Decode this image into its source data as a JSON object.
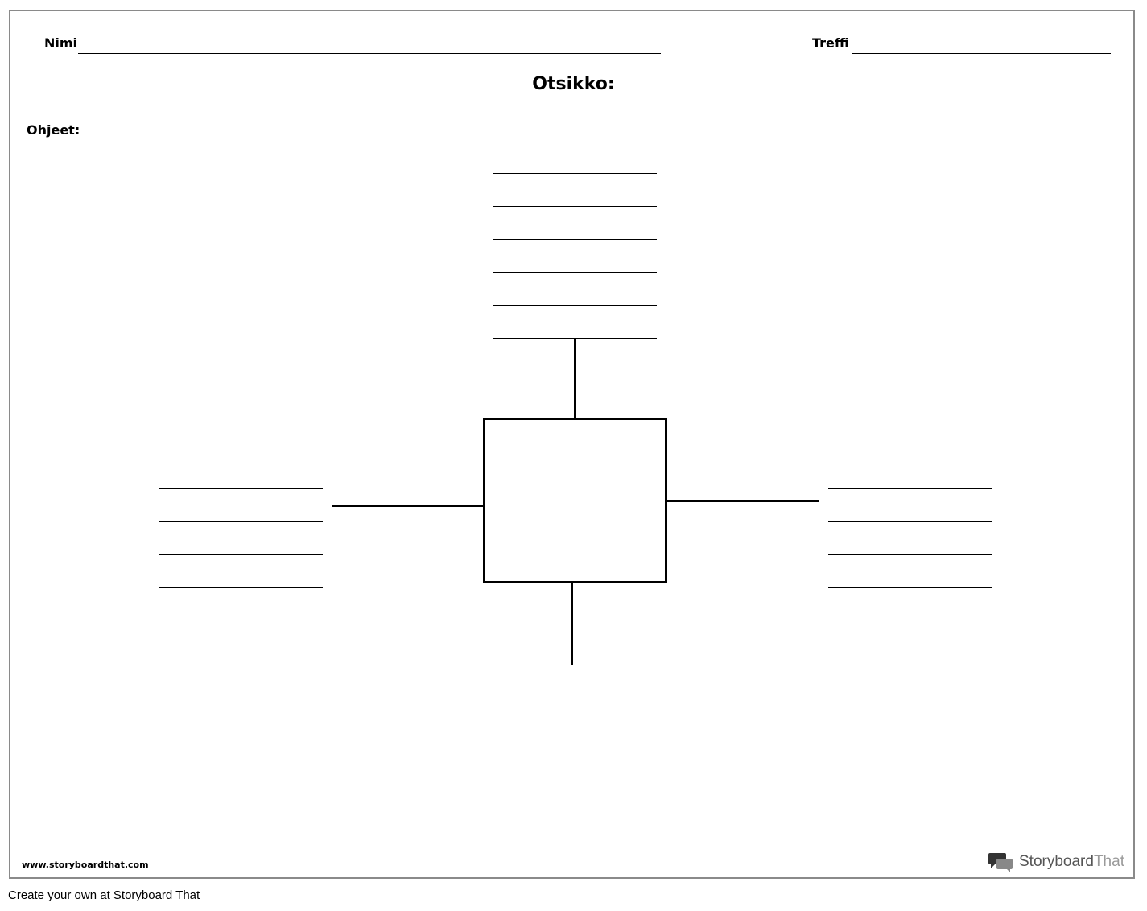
{
  "header": {
    "name_label": "Nimi",
    "date_label": "Treffi"
  },
  "title": "Otsikko:",
  "instructions_label": "Ohjeet:",
  "footer": {
    "url": "www.storyboardthat.com",
    "logo_bold": "Storyboard",
    "logo_light": "That"
  },
  "caption": "Create your own at Storyboard That"
}
